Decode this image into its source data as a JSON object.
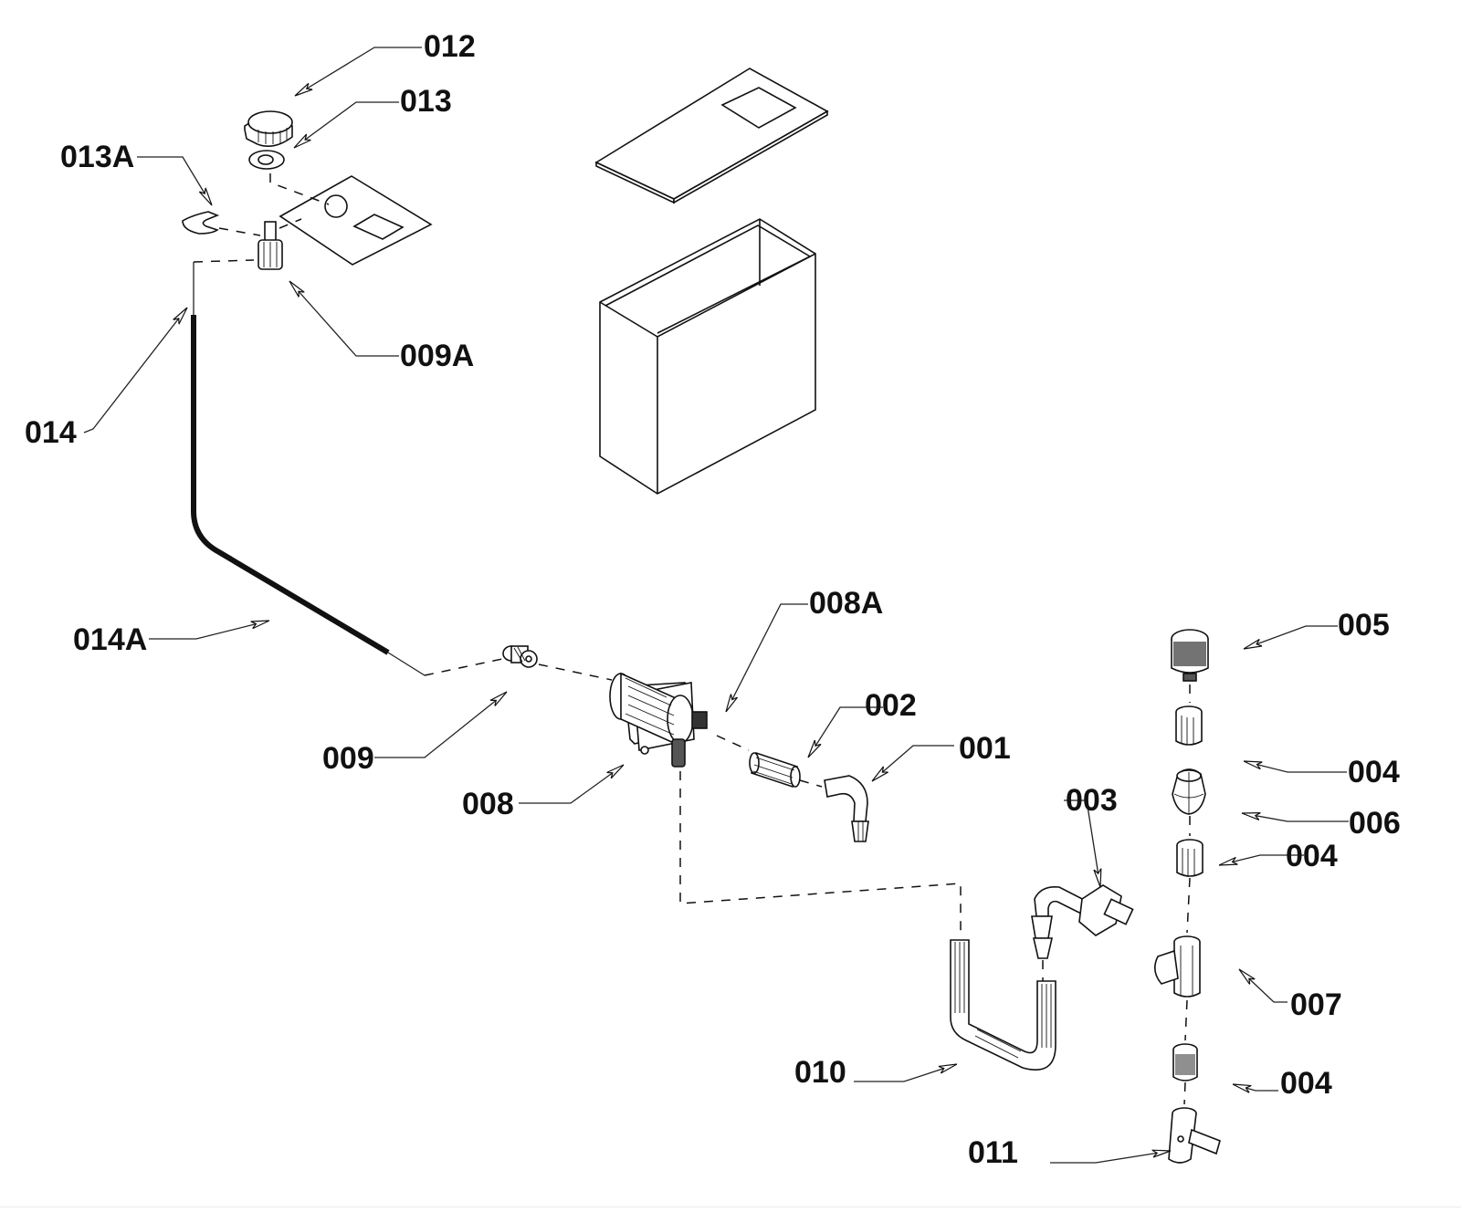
{
  "diagram": {
    "title": "Exploded parts diagram",
    "labels": {
      "p001": "001",
      "p002": "002",
      "p003": "003",
      "p004a": "004",
      "p004b": "004",
      "p004c": "004",
      "p005": "005",
      "p006": "006",
      "p007": "007",
      "p008": "008",
      "p008A": "008A",
      "p009": "009",
      "p009A": "009A",
      "p010": "010",
      "p011": "011",
      "p012": "012",
      "p013": "013",
      "p013A": "013A",
      "p014": "014",
      "p014A": "014A"
    },
    "parts": [
      {
        "id": "001",
        "name": "elbow-fitting"
      },
      {
        "id": "002",
        "name": "tube-connector"
      },
      {
        "id": "003",
        "name": "elbow-with-nut"
      },
      {
        "id": "004",
        "name": "sleeve"
      },
      {
        "id": "005",
        "name": "knurled-cap"
      },
      {
        "id": "006",
        "name": "barrel-nut"
      },
      {
        "id": "007",
        "name": "tee-fitting"
      },
      {
        "id": "008",
        "name": "valve-body"
      },
      {
        "id": "008A",
        "name": "valve-outlet"
      },
      {
        "id": "009",
        "name": "gear-coupling"
      },
      {
        "id": "009A",
        "name": "spindle"
      },
      {
        "id": "010",
        "name": "u-tube"
      },
      {
        "id": "011",
        "name": "drain-tap"
      },
      {
        "id": "012",
        "name": "control-knob"
      },
      {
        "id": "013",
        "name": "washer"
      },
      {
        "id": "013A",
        "name": "e-clip"
      },
      {
        "id": "014",
        "name": "rod"
      },
      {
        "id": "014A",
        "name": "cable"
      }
    ]
  }
}
